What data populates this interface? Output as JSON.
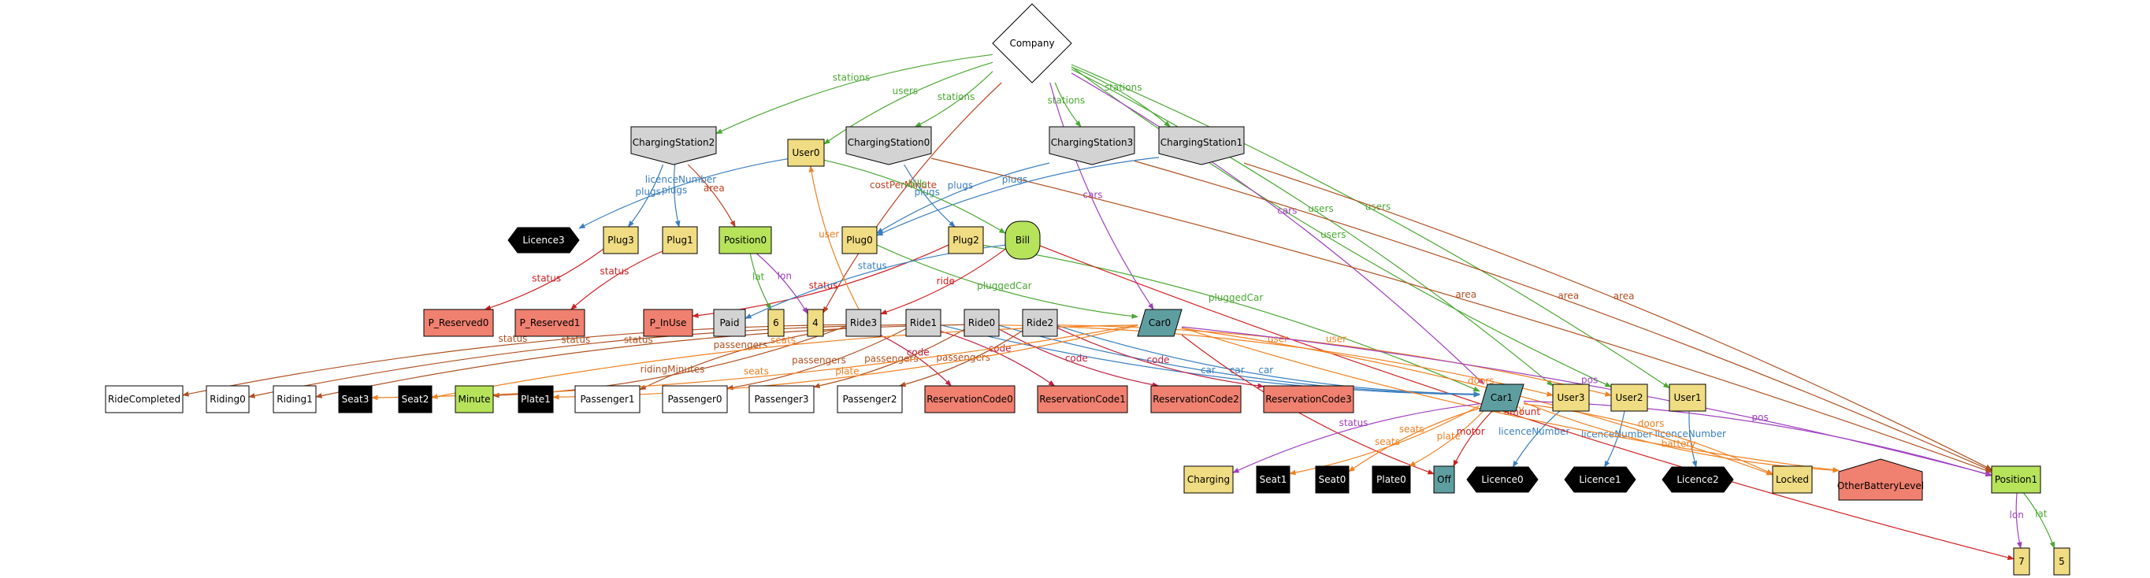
{
  "nodes": [
    {
      "id": "Company",
      "label": "Company",
      "shape": "diamond",
      "fill": "#ffffff",
      "text": "#000000"
    },
    {
      "id": "ChargingStation2",
      "label": "ChargingStation2",
      "shape": "station",
      "fill": "#d3d3d3",
      "text": "#000000"
    },
    {
      "id": "User0",
      "label": "User0",
      "shape": "rect",
      "fill": "#f0dc82",
      "text": "#000000"
    },
    {
      "id": "ChargingStation0",
      "label": "ChargingStation0",
      "shape": "station",
      "fill": "#d3d3d3",
      "text": "#000000"
    },
    {
      "id": "ChargingStation3",
      "label": "ChargingStation3",
      "shape": "station",
      "fill": "#d3d3d3",
      "text": "#000000"
    },
    {
      "id": "ChargingStation1",
      "label": "ChargingStation1",
      "shape": "station",
      "fill": "#d3d3d3",
      "text": "#000000"
    },
    {
      "id": "Licence3",
      "label": "Licence3",
      "shape": "hex",
      "fill": "#000000",
      "text": "#ffffff"
    },
    {
      "id": "Plug3",
      "label": "Plug3",
      "shape": "rect",
      "fill": "#f0dc82",
      "text": "#000000"
    },
    {
      "id": "Plug1",
      "label": "Plug1",
      "shape": "rect",
      "fill": "#f0dc82",
      "text": "#000000"
    },
    {
      "id": "Position0",
      "label": "Position0",
      "shape": "rect",
      "fill": "#b6e35a",
      "text": "#000000"
    },
    {
      "id": "Plug0",
      "label": "Plug0",
      "shape": "rect",
      "fill": "#f0dc82",
      "text": "#000000"
    },
    {
      "id": "Plug2",
      "label": "Plug2",
      "shape": "rect",
      "fill": "#f0dc82",
      "text": "#000000"
    },
    {
      "id": "Bill",
      "label": "Bill",
      "shape": "round",
      "fill": "#b6e35a",
      "text": "#000000"
    },
    {
      "id": "P_Reserved0",
      "label": "P_Reserved0",
      "shape": "rect",
      "fill": "#f08070",
      "text": "#000000"
    },
    {
      "id": "P_Reserved1",
      "label": "P_Reserved1",
      "shape": "rect",
      "fill": "#f08070",
      "text": "#000000"
    },
    {
      "id": "P_InUse",
      "label": "P_InUse",
      "shape": "rect",
      "fill": "#f08070",
      "text": "#000000"
    },
    {
      "id": "Paid",
      "label": "Paid",
      "shape": "rect",
      "fill": "#d3d3d3",
      "text": "#000000"
    },
    {
      "id": "N6",
      "label": "6",
      "shape": "rect",
      "fill": "#f0dc82",
      "text": "#000000"
    },
    {
      "id": "N4",
      "label": "4",
      "shape": "rect",
      "fill": "#f0dc82",
      "text": "#000000"
    },
    {
      "id": "Ride3",
      "label": "Ride3",
      "shape": "rect",
      "fill": "#d3d3d3",
      "text": "#000000"
    },
    {
      "id": "Ride1",
      "label": "Ride1",
      "shape": "rect",
      "fill": "#d3d3d3",
      "text": "#000000"
    },
    {
      "id": "Ride0",
      "label": "Ride0",
      "shape": "rect",
      "fill": "#d3d3d3",
      "text": "#000000"
    },
    {
      "id": "Ride2",
      "label": "Ride2",
      "shape": "rect",
      "fill": "#d3d3d3",
      "text": "#000000"
    },
    {
      "id": "Car0",
      "label": "Car0",
      "shape": "para",
      "fill": "#5f9ea0",
      "text": "#000000"
    },
    {
      "id": "RideCompleted",
      "label": "RideCompleted",
      "shape": "rect",
      "fill": "#ffffff",
      "text": "#000000"
    },
    {
      "id": "Riding0",
      "label": "Riding0",
      "shape": "rect",
      "fill": "#ffffff",
      "text": "#000000"
    },
    {
      "id": "Riding1",
      "label": "Riding1",
      "shape": "rect",
      "fill": "#ffffff",
      "text": "#000000"
    },
    {
      "id": "Seat3",
      "label": "Seat3",
      "shape": "rect",
      "fill": "#000000",
      "text": "#ffffff"
    },
    {
      "id": "Seat2",
      "label": "Seat2",
      "shape": "rect",
      "fill": "#000000",
      "text": "#ffffff"
    },
    {
      "id": "Minute",
      "label": "Minute",
      "shape": "rect",
      "fill": "#b6e35a",
      "text": "#000000"
    },
    {
      "id": "Plate1",
      "label": "Plate1",
      "shape": "rect",
      "fill": "#000000",
      "text": "#ffffff"
    },
    {
      "id": "Passenger1",
      "label": "Passenger1",
      "shape": "rect",
      "fill": "#ffffff",
      "text": "#000000"
    },
    {
      "id": "Passenger0",
      "label": "Passenger0",
      "shape": "rect",
      "fill": "#ffffff",
      "text": "#000000"
    },
    {
      "id": "Passenger3",
      "label": "Passenger3",
      "shape": "rect",
      "fill": "#ffffff",
      "text": "#000000"
    },
    {
      "id": "Passenger2",
      "label": "Passenger2",
      "shape": "rect",
      "fill": "#ffffff",
      "text": "#000000"
    },
    {
      "id": "ReservationCode0",
      "label": "ReservationCode0",
      "shape": "rect",
      "fill": "#f08070",
      "text": "#000000"
    },
    {
      "id": "ReservationCode1",
      "label": "ReservationCode1",
      "shape": "rect",
      "fill": "#f08070",
      "text": "#000000"
    },
    {
      "id": "ReservationCode2",
      "label": "ReservationCode2",
      "shape": "rect",
      "fill": "#f08070",
      "text": "#000000"
    },
    {
      "id": "ReservationCode3",
      "label": "ReservationCode3",
      "shape": "rect",
      "fill": "#f08070",
      "text": "#000000"
    },
    {
      "id": "Car1",
      "label": "Car1",
      "shape": "para",
      "fill": "#5f9ea0",
      "text": "#000000"
    },
    {
      "id": "User3",
      "label": "User3",
      "shape": "rect",
      "fill": "#f0dc82",
      "text": "#000000"
    },
    {
      "id": "User2",
      "label": "User2",
      "shape": "rect",
      "fill": "#f0dc82",
      "text": "#000000"
    },
    {
      "id": "User1",
      "label": "User1",
      "shape": "rect",
      "fill": "#f0dc82",
      "text": "#000000"
    },
    {
      "id": "Charging",
      "label": "Charging",
      "shape": "rect",
      "fill": "#f0dc82",
      "text": "#000000"
    },
    {
      "id": "Seat1",
      "label": "Seat1",
      "shape": "rect",
      "fill": "#000000",
      "text": "#ffffff"
    },
    {
      "id": "Seat0",
      "label": "Seat0",
      "shape": "rect",
      "fill": "#000000",
      "text": "#ffffff"
    },
    {
      "id": "Plate0",
      "label": "Plate0",
      "shape": "rect",
      "fill": "#000000",
      "text": "#ffffff"
    },
    {
      "id": "Off",
      "label": "Off",
      "shape": "rect",
      "fill": "#5f9ea0",
      "text": "#000000"
    },
    {
      "id": "Licence0",
      "label": "Licence0",
      "shape": "hex",
      "fill": "#000000",
      "text": "#ffffff"
    },
    {
      "id": "Licence1",
      "label": "Licence1",
      "shape": "hex",
      "fill": "#000000",
      "text": "#ffffff"
    },
    {
      "id": "Licence2",
      "label": "Licence2",
      "shape": "hex",
      "fill": "#000000",
      "text": "#ffffff"
    },
    {
      "id": "Locked",
      "label": "Locked",
      "shape": "rect",
      "fill": "#f0dc82",
      "text": "#000000"
    },
    {
      "id": "OtherBatteryLevel",
      "label": "OtherBatteryLevel",
      "shape": "house",
      "fill": "#f08070",
      "text": "#000000"
    },
    {
      "id": "Position1",
      "label": "Position1",
      "shape": "rect",
      "fill": "#b6e35a",
      "text": "#000000"
    },
    {
      "id": "N7",
      "label": "7",
      "shape": "rect",
      "fill": "#f0dc82",
      "text": "#000000"
    },
    {
      "id": "N5",
      "label": "5",
      "shape": "rect",
      "fill": "#f0dc82",
      "text": "#000000"
    }
  ],
  "edges": [
    {
      "from": "Company",
      "to": "ChargingStation2",
      "label": "stations",
      "color": "#4aa832"
    },
    {
      "from": "Company",
      "to": "ChargingStation0",
      "label": "stations",
      "color": "#4aa832"
    },
    {
      "from": "Company",
      "to": "ChargingStation3",
      "label": "stations",
      "color": "#4aa832"
    },
    {
      "from": "Company",
      "to": "ChargingStation1",
      "label": "stations",
      "color": "#4aa832"
    },
    {
      "from": "Company",
      "to": "User0",
      "label": "users",
      "color": "#4aa832"
    },
    {
      "from": "Company",
      "to": "User3",
      "label": "users",
      "color": "#4aa832"
    },
    {
      "from": "Company",
      "to": "User2",
      "label": "users",
      "color": "#4aa832"
    },
    {
      "from": "Company",
      "to": "User1",
      "label": "users",
      "color": "#4aa832"
    },
    {
      "from": "Company",
      "to": "Car0",
      "label": "cars",
      "color": "#a040c0"
    },
    {
      "from": "Company",
      "to": "Car1",
      "label": "cars",
      "color": "#a040c0"
    },
    {
      "from": "Company",
      "to": "N4",
      "label": "costPerMinute",
      "color": "#c04020"
    },
    {
      "from": "ChargingStation2",
      "to": "Plug3",
      "label": "plugs",
      "color": "#3a7fc0"
    },
    {
      "from": "ChargingStation2",
      "to": "Plug1",
      "label": "plugs",
      "color": "#3a7fc0"
    },
    {
      "from": "ChargingStation2",
      "to": "Position0",
      "label": "area",
      "color": "#c04020"
    },
    {
      "from": "ChargingStation0",
      "to": "Plug2",
      "label": "plugs",
      "color": "#3a7fc0"
    },
    {
      "from": "ChargingStation0",
      "to": "Position1",
      "label": "area",
      "color": "#b05020"
    },
    {
      "from": "ChargingStation3",
      "to": "Plug0",
      "label": "plugs",
      "color": "#3a7fc0"
    },
    {
      "from": "ChargingStation3",
      "to": "Position1",
      "label": "area",
      "color": "#b05020"
    },
    {
      "from": "ChargingStation1",
      "to": "Plug0",
      "label": "plugs",
      "color": "#3a7fc0"
    },
    {
      "from": "ChargingStation1",
      "to": "Position1",
      "label": "area",
      "color": "#b05020"
    },
    {
      "from": "User0",
      "to": "Licence3",
      "label": "licenceNumber",
      "color": "#3a7fc0"
    },
    {
      "from": "User0",
      "to": "Bill",
      "label": "bills",
      "color": "#4aa832"
    },
    {
      "from": "User3",
      "to": "Licence0",
      "label": "licenceNumber",
      "color": "#3a7fc0"
    },
    {
      "from": "User2",
      "to": "Licence1",
      "label": "licenceNumber",
      "color": "#3a7fc0"
    },
    {
      "from": "User1",
      "to": "Licence2",
      "label": "licenceNumber",
      "color": "#3a7fc0"
    },
    {
      "from": "Plug3",
      "to": "P_Reserved0",
      "label": "status",
      "color": "#d02020"
    },
    {
      "from": "Plug1",
      "to": "P_Reserved1",
      "label": "status",
      "color": "#d02020"
    },
    {
      "from": "Plug2",
      "to": "P_InUse",
      "label": "status",
      "color": "#d02020"
    },
    {
      "from": "Plug0",
      "to": "Car0",
      "label": "pluggedCar",
      "color": "#4aa832"
    },
    {
      "from": "Plug2",
      "to": "Car1",
      "label": "pluggedCar",
      "color": "#4aa832"
    },
    {
      "from": "Position0",
      "to": "N6",
      "label": "lat",
      "color": "#4aa832"
    },
    {
      "from": "Position0",
      "to": "N4",
      "label": "lon",
      "color": "#a040c0"
    },
    {
      "from": "Bill",
      "to": "Paid",
      "label": "status",
      "color": "#3a7fc0"
    },
    {
      "from": "Bill",
      "to": "Ride3",
      "label": "ride",
      "color": "#d02020"
    },
    {
      "from": "Bill",
      "to": "N7",
      "label": "amount",
      "color": "#d02020"
    },
    {
      "from": "Ride3",
      "to": "User0",
      "label": "user",
      "color": "#f08020"
    },
    {
      "from": "Ride3",
      "to": "RideCompleted",
      "label": "status",
      "color": "#b05020"
    },
    {
      "from": "Ride3",
      "to": "Minute",
      "label": "ridingMinutes",
      "color": "#b05020"
    },
    {
      "from": "Ride3",
      "to": "Passenger1",
      "label": "passengers",
      "color": "#b05020"
    },
    {
      "from": "Ride3",
      "to": "ReservationCode0",
      "label": "code",
      "color": "#c02040"
    },
    {
      "from": "Ride1",
      "to": "Riding0",
      "label": "status",
      "color": "#b05020"
    },
    {
      "from": "Ride1",
      "to": "Passenger0",
      "label": "passengers",
      "color": "#b05020"
    },
    {
      "from": "Ride1",
      "to": "Car1",
      "label": "car",
      "color": "#3a7fc0"
    },
    {
      "from": "Ride1",
      "to": "ReservationCode1",
      "label": "code",
      "color": "#c02040"
    },
    {
      "from": "Ride0",
      "to": "Riding1",
      "label": "status",
      "color": "#b05020"
    },
    {
      "from": "Ride0",
      "to": "Passenger3",
      "label": "passengers",
      "color": "#b05020"
    },
    {
      "from": "Ride0",
      "to": "Car1",
      "label": "car",
      "color": "#3a7fc0"
    },
    {
      "from": "Ride0",
      "to": "User3",
      "label": "user",
      "color": "#f08020"
    },
    {
      "from": "Ride0",
      "to": "ReservationCode2",
      "label": "code",
      "color": "#c02040"
    },
    {
      "from": "Ride2",
      "to": "Passenger2",
      "label": "passengers",
      "color": "#b05020"
    },
    {
      "from": "Ride2",
      "to": "Car1",
      "label": "car",
      "color": "#3a7fc0"
    },
    {
      "from": "Ride2",
      "to": "User2",
      "label": "user",
      "color": "#f08020"
    },
    {
      "from": "Ride2",
      "to": "ReservationCode3",
      "label": "code",
      "color": "#c02040"
    },
    {
      "from": "Car0",
      "to": "Seat3",
      "label": "seats",
      "color": "#f08020"
    },
    {
      "from": "Car0",
      "to": "Seat2",
      "label": "seats",
      "color": "#f08020"
    },
    {
      "from": "Car0",
      "to": "Plate1",
      "label": "plate",
      "color": "#f08020"
    },
    {
      "from": "Car0",
      "to": "Off",
      "label": "motor",
      "color": "#d02020"
    },
    {
      "from": "Car0",
      "to": "Locked",
      "label": "doors",
      "color": "#f08020"
    },
    {
      "from": "Car0",
      "to": "OtherBatteryLevel",
      "label": "battery",
      "color": "#f08020"
    },
    {
      "from": "Car0",
      "to": "Position1",
      "label": "pos",
      "color": "#a040c0"
    },
    {
      "from": "Car1",
      "to": "Charging",
      "label": "status",
      "color": "#a040c0"
    },
    {
      "from": "Car1",
      "to": "Seat1",
      "label": "seats",
      "color": "#f08020"
    },
    {
      "from": "Car1",
      "to": "Seat0",
      "label": "seats",
      "color": "#f08020"
    },
    {
      "from": "Car1",
      "to": "Plate0",
      "label": "plate",
      "color": "#f08020"
    },
    {
      "from": "Car1",
      "to": "Off",
      "label": "motor",
      "color": "#d02020"
    },
    {
      "from": "Car1",
      "to": "Locked",
      "label": "doors",
      "color": "#f08020"
    },
    {
      "from": "Car1",
      "to": "OtherBatteryLevel",
      "label": "battery",
      "color": "#f08020"
    },
    {
      "from": "Car1",
      "to": "Position1",
      "label": "pos",
      "color": "#a040c0"
    },
    {
      "from": "Position1",
      "to": "N7",
      "label": "lon",
      "color": "#a040c0"
    },
    {
      "from": "Position1",
      "to": "N5",
      "label": "lat",
      "color": "#4aa832"
    }
  ]
}
